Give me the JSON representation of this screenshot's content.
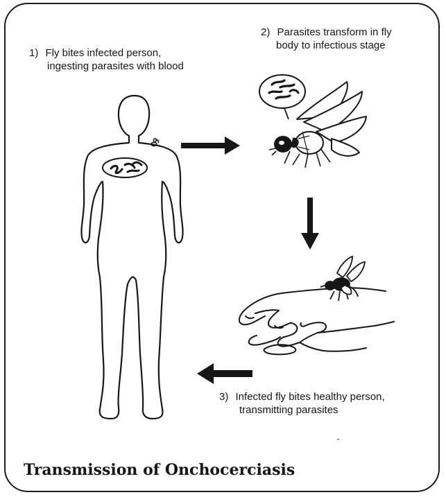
{
  "title": "Transmission of Onchocerciasis",
  "steps": [
    {
      "number": "1)",
      "line1": "Fly bites infected person,",
      "line2": "ingesting parasites with blood"
    },
    {
      "number": "2)",
      "line1": "Parasites transform in fly",
      "line2": "body to infectious stage"
    },
    {
      "number": "3)",
      "line1": "Infected fly bites healthy person,",
      "line2": "transmitting parasites"
    }
  ],
  "colors": {
    "ink": "#161616",
    "background": "#ffffff"
  },
  "icons": [
    "human-silhouette",
    "parasite-bubble",
    "fly-icon",
    "arrow-right",
    "arrow-down",
    "arrow-left",
    "hand-illustration"
  ]
}
